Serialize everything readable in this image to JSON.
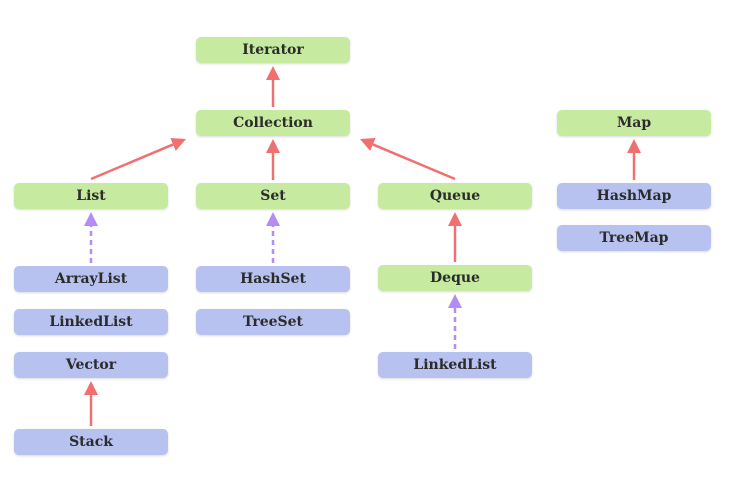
{
  "colors": {
    "interface_fill": "#c6eba0",
    "class_fill": "#b7c2f0",
    "extends_arrow": "#f07070",
    "implements_arrow": "#b48cf5"
  },
  "nodes": {
    "iterator": {
      "label": "Iterator",
      "kind": "interface"
    },
    "collection": {
      "label": "Collection",
      "kind": "interface"
    },
    "map": {
      "label": "Map",
      "kind": "interface"
    },
    "list": {
      "label": "List",
      "kind": "interface"
    },
    "set": {
      "label": "Set",
      "kind": "interface"
    },
    "queue": {
      "label": "Queue",
      "kind": "interface"
    },
    "deque": {
      "label": "Deque",
      "kind": "interface"
    },
    "hashmap": {
      "label": "HashMap",
      "kind": "class"
    },
    "treemap": {
      "label": "TreeMap",
      "kind": "class"
    },
    "arraylist": {
      "label": "ArrayList",
      "kind": "class"
    },
    "linkedlist": {
      "label": "LinkedList",
      "kind": "class"
    },
    "vector": {
      "label": "Vector",
      "kind": "class"
    },
    "stack": {
      "label": "Stack",
      "kind": "class"
    },
    "hashset": {
      "label": "HashSet",
      "kind": "class"
    },
    "treeset": {
      "label": "TreeSet",
      "kind": "class"
    },
    "linkedlist_deque": {
      "label": "LinkedList",
      "kind": "class"
    }
  },
  "edges": [
    {
      "from": "collection",
      "to": "iterator",
      "style": "extends"
    },
    {
      "from": "list",
      "to": "collection",
      "style": "extends"
    },
    {
      "from": "set",
      "to": "collection",
      "style": "extends"
    },
    {
      "from": "queue",
      "to": "collection",
      "style": "extends"
    },
    {
      "from": "deque",
      "to": "queue",
      "style": "extends"
    },
    {
      "from": "hashmap",
      "to": "map",
      "style": "extends"
    },
    {
      "from": "arraylist",
      "to": "list",
      "style": "implements"
    },
    {
      "from": "hashset",
      "to": "set",
      "style": "implements"
    },
    {
      "from": "linkedlist_deque",
      "to": "deque",
      "style": "implements"
    },
    {
      "from": "stack",
      "to": "vector",
      "style": "extends"
    }
  ]
}
